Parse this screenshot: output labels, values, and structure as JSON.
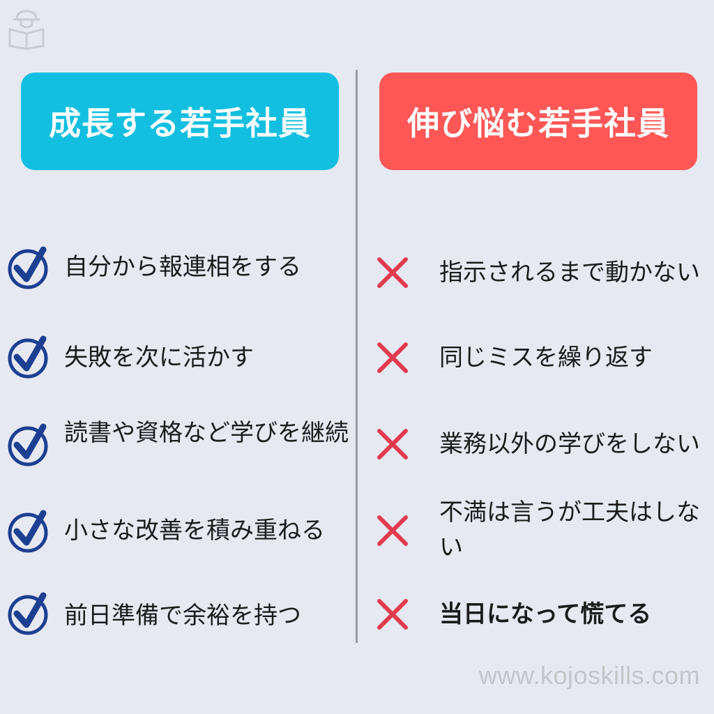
{
  "left_header": "成長する若手社員",
  "right_header": "伸び悩む若手社員",
  "left_items": [
    "自分から報連相をする",
    "失敗を次に活かす",
    "読書や資格など学びを継続",
    "小さな改善を積み重ねる",
    "前日準備で余裕を持つ"
  ],
  "right_items": [
    "指示されるまで動かない",
    "同じミスを繰り返す",
    "業務以外の学びをしない",
    "不満は言うが工夫はしない",
    "当日になって慌てる"
  ],
  "footer": "www.kojoskills.com",
  "icons": {
    "logo": "reading-person-icon",
    "left_marker": "check-circle-icon",
    "right_marker": "cross-icon"
  },
  "colors": {
    "background": "#e6e9f1",
    "left_header": "#13bfe0",
    "right_header": "#ff5656",
    "check": "#1c3f92",
    "cross": "#e23a4e"
  }
}
